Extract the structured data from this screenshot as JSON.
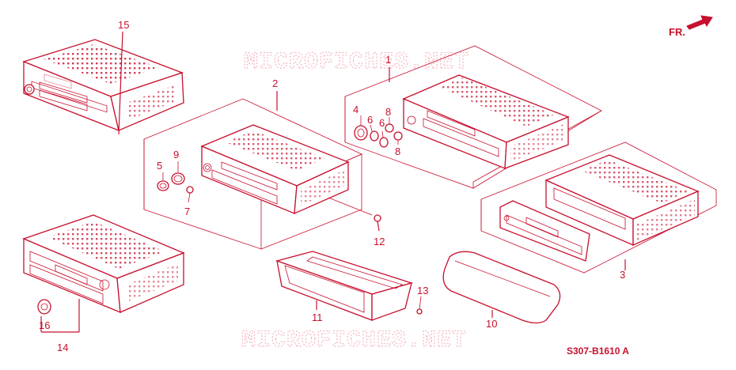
{
  "diagram": {
    "direction_label": "FR.",
    "figure_code": "S307-B1610 A",
    "watermark": "MICROFICHES.NET",
    "callouts": {
      "c1": "1",
      "c2": "2",
      "c3": "3",
      "c4": "4",
      "c5": "5",
      "c6a": "6",
      "c6b": "6",
      "c7": "7",
      "c8a": "8",
      "c8b": "8",
      "c9": "9",
      "c10": "10",
      "c11": "11",
      "c12": "12",
      "c13": "13",
      "c14": "14",
      "c15": "15",
      "c16": "16"
    },
    "colors": {
      "line": "#c8102e",
      "watermark": "#f2b8c0",
      "background": "#ffffff"
    }
  }
}
